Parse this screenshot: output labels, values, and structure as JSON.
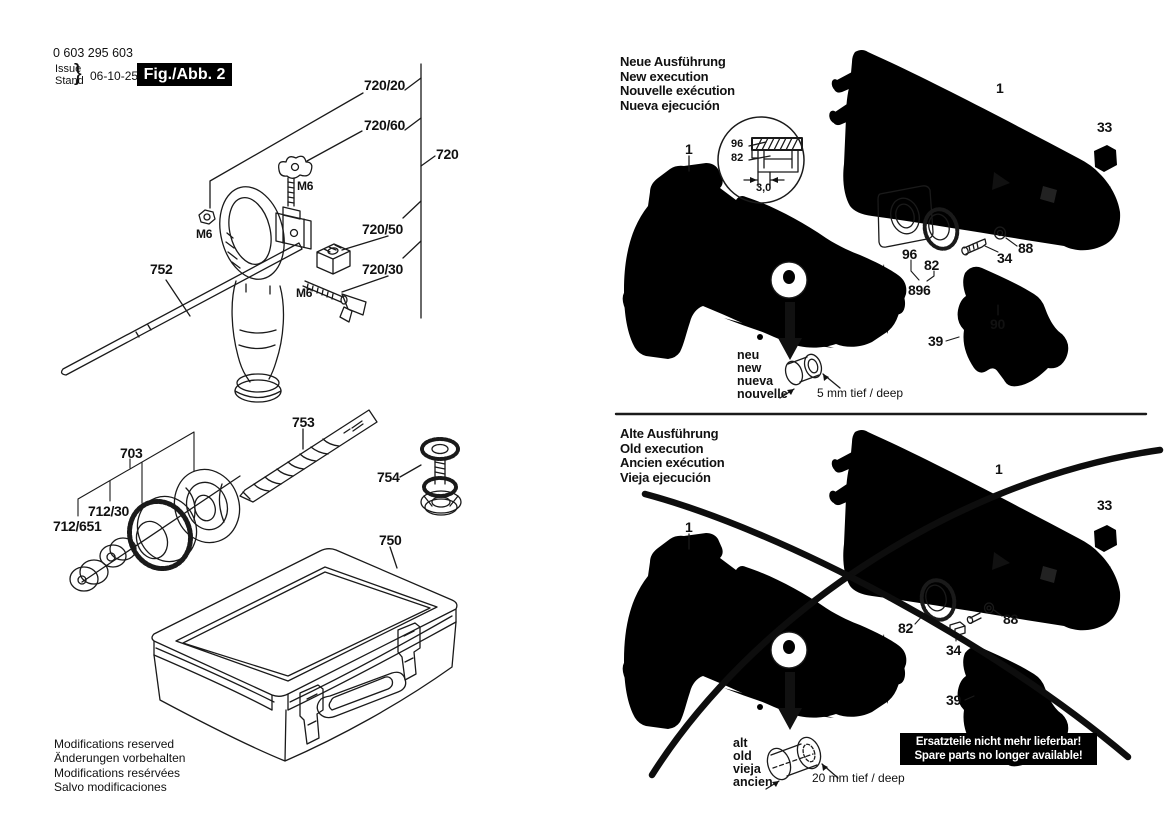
{
  "meta": {
    "part_number": "0 603 295 603",
    "issue": "Issue",
    "stand": "Stand",
    "brace": "}",
    "date": "06-10-25",
    "fig": "Fig./Abb. 2"
  },
  "left": {
    "c720_20": "720/20",
    "c720_60": "720/60",
    "c720": "720",
    "c720_50": "720/50",
    "c720_30": "720/30",
    "m6": "M6",
    "c752": "752",
    "c753": "753",
    "c703": "703",
    "c712_30": "712/30",
    "c712_651": "712/651",
    "c754": "754",
    "c750": "750",
    "notes": {
      "l1": "Modifications reserved",
      "l2": "Änderungen vorbehalten",
      "l3": "Modifications resérvées",
      "l4": "Salvo modificaciones"
    }
  },
  "nw": {
    "h1": "Neue Ausführung",
    "h2": "New execution",
    "h3": "Nouvelle exécution",
    "h4": "Nueva ejecución",
    "c1": "1",
    "c33": "33",
    "c96": "96",
    "c82": "82",
    "c896": "896",
    "c34": "34",
    "c88": "88",
    "c90": "90",
    "c39": "39",
    "inset96": "96",
    "inset82": "82",
    "dim": "3,0",
    "p1": "neu",
    "p2": "new",
    "p3": "nueva",
    "p4": "nouvelle",
    "depth": "5 mm tief / deep"
  },
  "old": {
    "h1": "Alte Ausführung",
    "h2": "Old execution",
    "h3": "Ancien exécution",
    "h4": "Vieja ejecución",
    "c1": "1",
    "c33": "33",
    "c82": "82",
    "c34": "34",
    "c88": "88",
    "c39": "39",
    "p1": "alt",
    "p2": "old",
    "p3": "vieja",
    "p4": "ancien",
    "depth": "20 mm tief / deep",
    "w1": "Ersatzteile nicht mehr lieferbar!",
    "w2": "Spare parts no longer available!"
  },
  "colors": {
    "ink": "#1a1a1a",
    "highlight_bg": "#000000",
    "highlight_fg": "#ffffff"
  }
}
